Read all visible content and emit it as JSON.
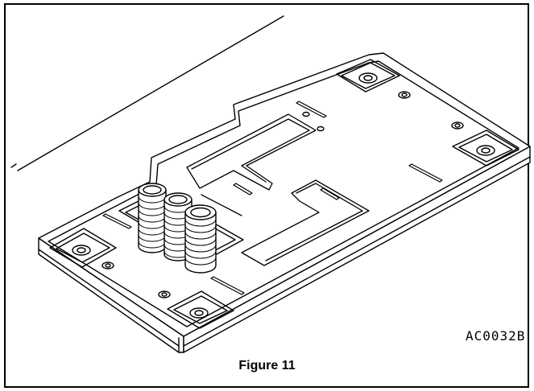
{
  "figure": {
    "code": "AC0032B",
    "caption": "Figure 11"
  },
  "colors": {
    "line": "#000000",
    "background": "#ffffff",
    "shade": "#d9d9d9"
  },
  "icons": {
    "drawing": "mounting-plate-with-shim-stacks"
  }
}
